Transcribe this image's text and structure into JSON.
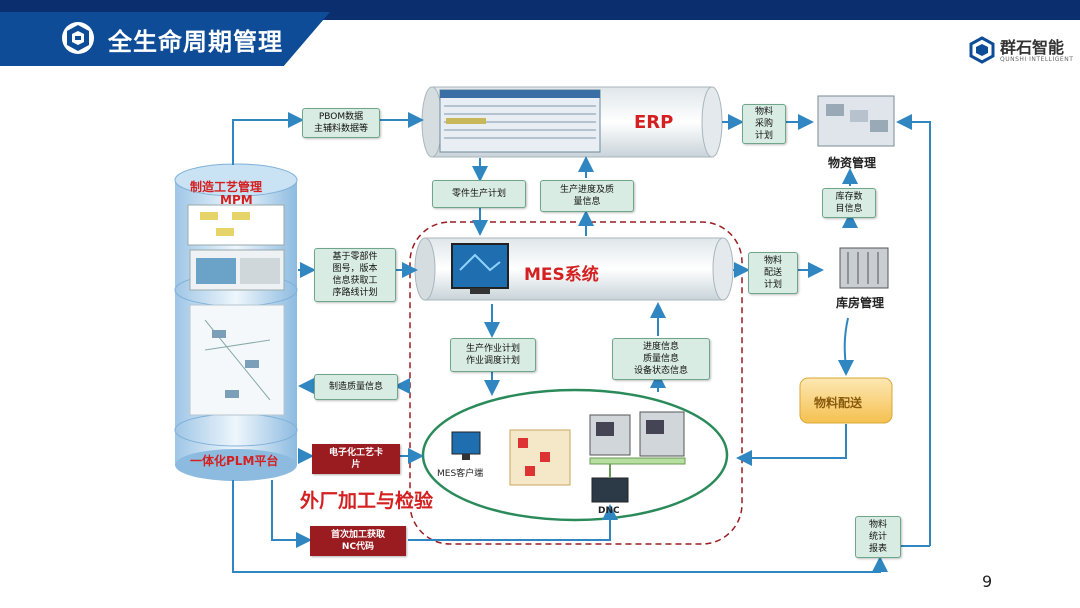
{
  "header": {
    "title": "全生命周期管理",
    "brand_name": "群石智能",
    "brand_sub": "QUNSHI INTELLIGENT"
  },
  "systems": {
    "erp": "ERP",
    "mes": "MES系统",
    "mpm_title": "制造工艺管理",
    "mpm_sub": "MPM",
    "plm": "一体化PLM平台",
    "material_mgmt": "物资管理",
    "warehouse_mgmt": "库房管理",
    "material_dist": "物料配送",
    "mes_client": "MES客户端",
    "dnc": "DNC",
    "outsourcing": "外厂加工与检验"
  },
  "notes": {
    "pbom": "PBOM数据\n主辅料数据等",
    "parts_plan": "零件生产计划",
    "progress_quality": "生产进度及质\n量信息",
    "route_plan": "基于零部件\n图号，版本\n信息获取工\n序路线计划",
    "prod_plan": "生产作业计划\n作业调度计划",
    "status_info": "进度信息\n质量信息\n设备状态信息",
    "quality_info": "制造质量信息",
    "purchase_plan": "物料\n采购\n计划",
    "inventory_info": "库存数\n目信息",
    "dist_plan": "物料\n配送\n计划",
    "stat_report": "物料\n统计\n报表",
    "e_card": "电子化工艺卡\n片",
    "nc_code": "首次加工获取\nNC代码"
  },
  "page_number": "9",
  "colors": {
    "header_dark": "#0b2f6e",
    "header_blue": "#0e4c97",
    "arrow": "#2f86c1",
    "red_text": "#d42020",
    "dark_red_box": "#9b1c20",
    "note_fill": "#d9ece4",
    "ellipse_green": "#2b8a5a",
    "dist_box": "#f9d27c"
  }
}
